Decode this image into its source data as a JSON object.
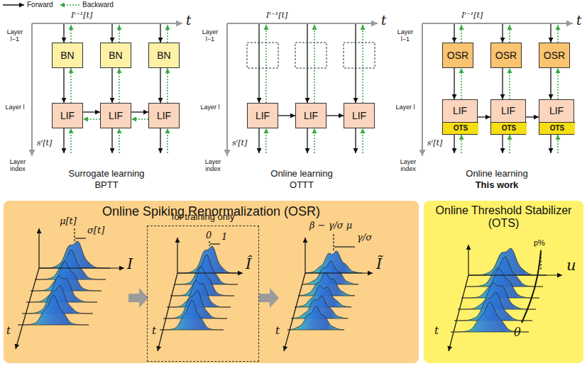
{
  "diagram": {
    "nodes": [
      {
        "text": [
          "BN"
        ]
      },
      {
        "text": [
          "BN"
        ]
      },
      {
        "text": [
          "BN"
        ]
      },
      {
        "text": [
          "LIF"
        ]
      },
      {
        "text": [
          "LIF"
        ]
      },
      {
        "text": [
          "LIF"
        ]
      },
      {
        "text": [
          "LIF"
        ]
      },
      {
        "text": [
          "LIF"
        ]
      },
      {
        "text": [
          "LIF"
        ]
      },
      {
        "text": [
          "OSR"
        ]
      },
      {
        "text": [
          "OSR"
        ]
      },
      {
        "text": [
          "OSR"
        ]
      },
      {
        "text": [
          "LIF"
        ]
      },
      {
        "text": [
          "OTS"
        ],
        "in": 12
      },
      {
        "text": [
          "LIF"
        ]
      },
      {
        "text": [
          "OTS"
        ],
        "in": 14
      },
      {
        "text": [
          "LIF"
        ]
      },
      {
        "text": [
          "OTS"
        ],
        "in": 16
      },
      {
        "text": [
          "Online Spiking Renormalization (OSR)"
        ]
      },
      {
        "text": [
          "for training only"
        ],
        "in": 18
      },
      {
        "text": [
          "Online Threshold Stabilizer (OTS)"
        ]
      }
    ],
    "edges": [
      {
        "from": 0,
        "to": 3,
        "arrow": "to"
      },
      {
        "from": 3,
        "to": 0,
        "arrow": "to"
      },
      {
        "from": 1,
        "to": 4,
        "arrow": "to"
      },
      {
        "from": 4,
        "to": 1,
        "arrow": "to"
      },
      {
        "from": 2,
        "to": 5,
        "arrow": "to"
      },
      {
        "from": 5,
        "to": 2,
        "arrow": "to"
      },
      {
        "from": 3,
        "to": 4,
        "arrow": "to"
      },
      {
        "from": 4,
        "to": 3,
        "arrow": "to"
      },
      {
        "from": 4,
        "to": 5,
        "arrow": "to"
      },
      {
        "from": 5,
        "to": 4,
        "arrow": "to"
      },
      {
        "from": 6,
        "to": 7,
        "arrow": "to"
      },
      {
        "from": 7,
        "to": 8,
        "arrow": "to"
      },
      {
        "from": 9,
        "to": 12,
        "arrow": "to"
      },
      {
        "from": 12,
        "to": 9,
        "arrow": "to"
      },
      {
        "from": 10,
        "to": 14,
        "arrow": "to"
      },
      {
        "from": 14,
        "to": 10,
        "arrow": "to"
      },
      {
        "from": 11,
        "to": 16,
        "arrow": "to"
      },
      {
        "from": 16,
        "to": 11,
        "arrow": "to"
      },
      {
        "from": 12,
        "to": 14,
        "arrow": "to"
      },
      {
        "from": 14,
        "to": 16,
        "arrow": "to"
      }
    ],
    "labels": [
      "Iˡ⁻¹[t]",
      "t",
      "Layer l−1",
      "Layer l",
      "sˡ[t]",
      "Layer index",
      "Surrogate learning",
      "BPTT",
      "Iˡ⁻¹[t]",
      "t",
      "Layer l−1",
      "Layer l",
      "sˡ[t]",
      "Layer index",
      "Online learning",
      "OTTT",
      "Iˡ⁻¹[t]",
      "t",
      "Layer l−1",
      "Layer l",
      "sˡ[t]",
      "Layer index",
      "Online learning",
      "This work",
      "μ[t]",
      "σ[t]",
      "I",
      "t",
      "0",
      "1",
      "Î",
      "t",
      "β − γ/σ μ",
      "γ/σ",
      "Ĩ",
      "t",
      "p%",
      "u",
      "θ",
      "t"
    ],
    "legend": [
      {
        "text": "Forward"
      },
      {
        "text": "Backward"
      }
    ]
  }
}
